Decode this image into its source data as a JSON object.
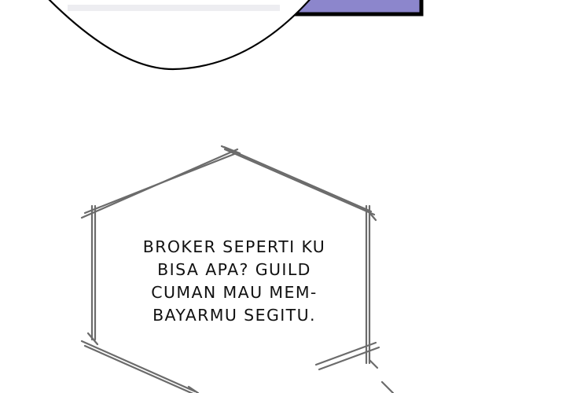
{
  "colors": {
    "background": "#ffffff",
    "bubble_outline": "#000000",
    "panel_purple": "#8c86cc",
    "caption_frame": "#6b6b6b",
    "caption_text": "#111111"
  },
  "caption": {
    "lines": [
      "BROKER SEPERTI KU",
      "BISA APA? GUILD",
      "CUMAN MAU MEM-",
      "BAYARMU SEGITU."
    ]
  }
}
